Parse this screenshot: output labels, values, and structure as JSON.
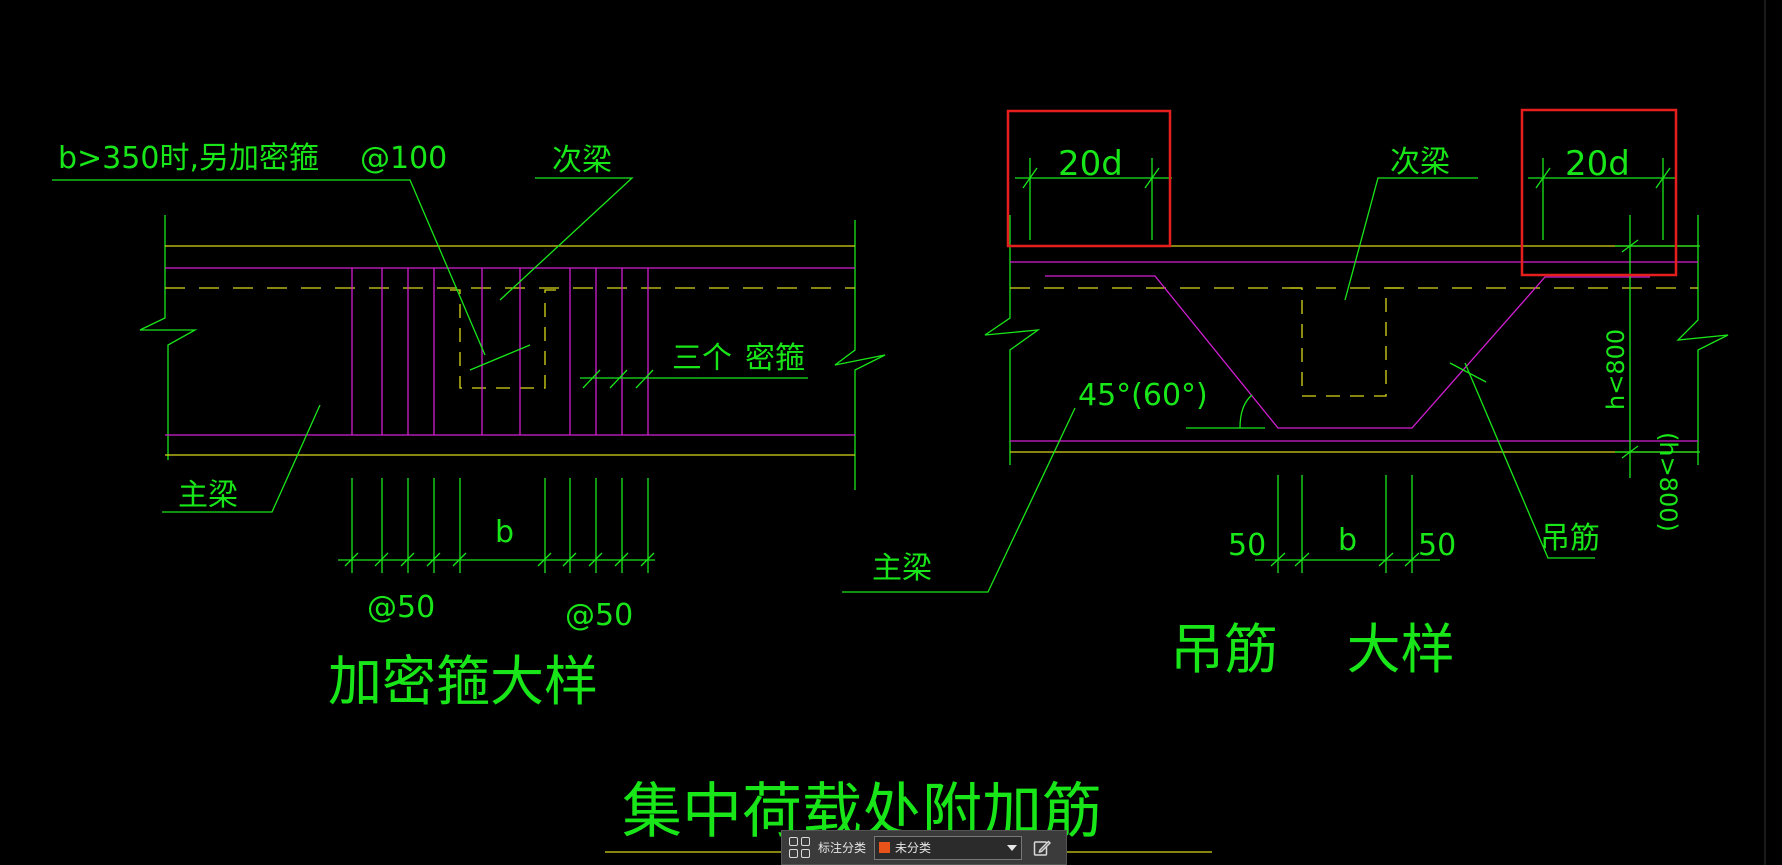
{
  "drawing": {
    "colors": {
      "green": "#19e619",
      "magenta": "#d21fd2",
      "yellow": "#d7d71a",
      "red": "#e61e1e"
    },
    "left_detail": {
      "note_top": "b>350时,另加密箍",
      "spacing_top": "@100",
      "secondary_beam": "次梁",
      "three_stirrups": "三个",
      "dense_stirrup": "密箍",
      "main_beam": "主梁",
      "dim_b": "b",
      "spacing_left": "@50",
      "spacing_right": "@50",
      "title": "加密箍大样"
    },
    "right_detail": {
      "dim_20d_left": "20d",
      "dim_20d_right": "20d",
      "secondary_beam": "次梁",
      "angle": "45°(60°)",
      "h_small": "h<800",
      "h_large": "(h>800)",
      "main_beam": "主梁",
      "dim_50_left": "50",
      "dim_b": "b",
      "dim_50_right": "50",
      "hanger_bar": "吊筋",
      "title": "吊筋    大样"
    },
    "main_title": "集中荷载处附加筋"
  },
  "toolbar": {
    "grid_icon": "grid-icon",
    "label": "标注分类",
    "select_value": "未分类",
    "select_swatch": "#e8531a",
    "edit_icon": "edit-icon"
  }
}
